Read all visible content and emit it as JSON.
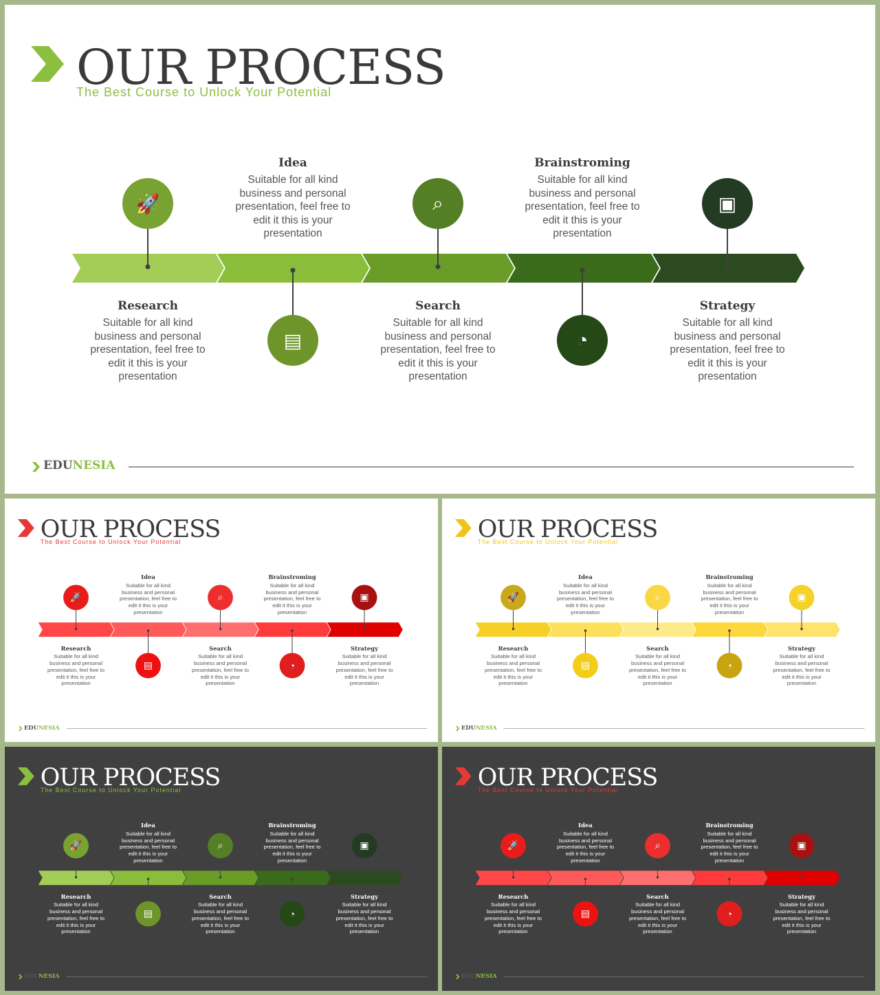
{
  "presentation": {
    "title": "OUR PROCESS",
    "subtitle": "The Best Course to Unlock Your Potential",
    "brand": {
      "part1": "EDU",
      "part2": "NESIA"
    },
    "stages": [
      {
        "title": "Research",
        "desc": "Suitable for all kind\nbusiness and personal\npresentation, feel free to\nedit it this is your\npresentation",
        "icon": "rocket-icon"
      },
      {
        "title": "Idea",
        "desc": "Suitable for all kind\nbusiness and personal\npresentation, feel free to\nedit it this is your\npresentation",
        "icon": "bar-chart-icon"
      },
      {
        "title": "Search",
        "desc": "Suitable for all kind\nbusiness and personal\npresentation, feel free to\nedit it this is your\npresentation",
        "icon": "magnifier-screen-icon"
      },
      {
        "title": "Brainstroming",
        "desc": "Suitable for all kind\nbusiness and personal\npresentation, feel free to\nedit it this is your\npresentation",
        "icon": "speedometer-icon"
      },
      {
        "title": "Strategy",
        "desc": "Suitable for all kind\nbusiness and personal\npresentation, feel free to\nedit it this is your\npresentation",
        "icon": "presentation-board-icon"
      }
    ]
  },
  "themes": [
    {
      "name": "green",
      "bg": "#ffffff",
      "titleColor": "#3a3a3a",
      "textColor": "#555555",
      "accent": "#8cbf3f",
      "brandColor1": "#555555",
      "brandColor2": "#8cbf3f",
      "lineColor": "#777777",
      "arrowColors": [
        "#a3cd56",
        "#8abd3a",
        "#6a9c28",
        "#3a6b1a",
        "#2c4a20"
      ],
      "circleColors": [
        "#78a231",
        "#6d952a",
        "#557f25",
        "#244816",
        "#233a23"
      ]
    },
    {
      "name": "red",
      "bg": "#ffffff",
      "titleColor": "#3a3a3a",
      "textColor": "#555555",
      "accent": "#e53935",
      "brandColor1": "#555555",
      "brandColor2": "#8cbf3f",
      "lineColor": "#999999",
      "arrowColors": [
        "#ff4747",
        "#ff5a5a",
        "#ff6e6e",
        "#ff3a3a",
        "#e00000"
      ],
      "circleColors": [
        "#e91b1b",
        "#ee1111",
        "#ed2e2e",
        "#e11e1e",
        "#a71111"
      ]
    },
    {
      "name": "yellow",
      "bg": "#ffffff",
      "titleColor": "#3a3a3a",
      "textColor": "#555555",
      "accent": "#f2c318",
      "brandColor1": "#555555",
      "brandColor2": "#8cbf3f",
      "lineColor": "#999999",
      "arrowColors": [
        "#f7d027",
        "#fde05a",
        "#ffea8a",
        "#fcd83c",
        "#ffe36d"
      ],
      "circleColors": [
        "#c9a81b",
        "#f3cd17",
        "#f9d843",
        "#c8a410",
        "#f4d227"
      ]
    },
    {
      "name": "green-dark",
      "bg": "#404040",
      "titleColor": "#ffffff",
      "textColor": "#ffffff",
      "accent": "#8cbf3f",
      "brandColor1": "#555555",
      "brandColor2": "#8cbf3f",
      "lineColor": "#777777",
      "arrowColors": [
        "#a3cd56",
        "#8abd3a",
        "#6a9c28",
        "#3a6b1a",
        "#2c4a20"
      ],
      "circleColors": [
        "#78a231",
        "#6d952a",
        "#557f25",
        "#244816",
        "#233a23"
      ]
    },
    {
      "name": "red-dark",
      "bg": "#404040",
      "titleColor": "#ffffff",
      "textColor": "#ffffff",
      "accent": "#e53935",
      "brandColor1": "#555555",
      "brandColor2": "#8cbf3f",
      "lineColor": "#777777",
      "arrowColors": [
        "#ff4747",
        "#ff5a5a",
        "#ff6e6e",
        "#ff3a3a",
        "#e00000"
      ],
      "circleColors": [
        "#e91b1b",
        "#ee1111",
        "#ed2e2e",
        "#e11e1e",
        "#a71111"
      ]
    }
  ]
}
